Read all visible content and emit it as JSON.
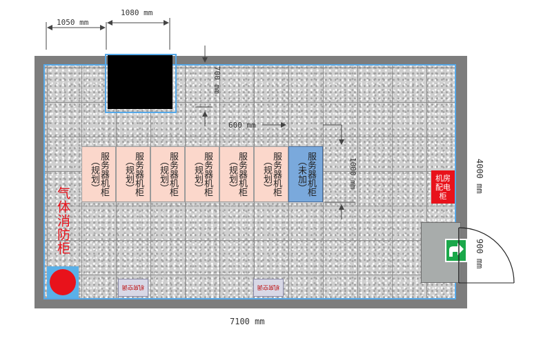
{
  "dimensions": {
    "top_left": "1050 mm",
    "top_right": "1080 mm",
    "top_gap": "700 mm",
    "aisle": "600 mm",
    "cabinet_depth": "1000 mm",
    "right_height": "4000 mm",
    "door_width": "900 mm",
    "bottom_width": "7100 mm"
  },
  "cabinets": {
    "planned_label": "服务器机柜\n（规划）",
    "added_label": "服务器机柜\n（未加）"
  },
  "gas_cabinet": "气体消防柜",
  "power_cabinet": "机房\n配电\n柜",
  "ac_label": "机房空调",
  "colors": {
    "wall": "#7d7d7d",
    "floor_border": "#55a8e8",
    "planned_cabinet": "#fbd7cb",
    "added_cabinet": "#7aa9dc",
    "fire_red": "#e8121b",
    "exit_green": "#1aa84a"
  }
}
